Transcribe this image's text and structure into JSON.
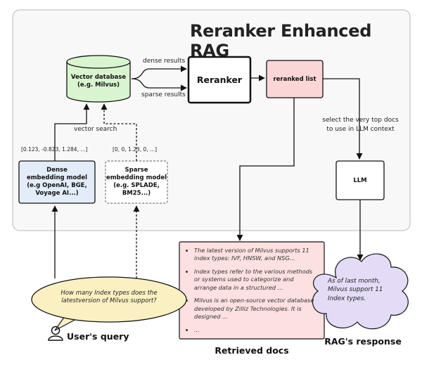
{
  "title": "Reranker Enhanced RAG",
  "vector_db": {
    "line1": "Vector database",
    "line2": "(e.g. Milvus)"
  },
  "dense_results_label": "dense results",
  "sparse_results_label": "sparse results",
  "reranker_label": "Reranker",
  "reranked_list_label": "reranked list",
  "select_top_label": {
    "line1": "select the very top docs",
    "line2": "to use in LLM context"
  },
  "vector_search_label": "vector search",
  "dense_vector_values": "[0.123, -0.823, 1.284, ...]",
  "sparse_vector_values": "[0, 0, 1.23, 0, ...]",
  "dense_model": {
    "line1": "Dense",
    "line2": "embedding model",
    "line3": "(e.g OpenAI, BGE,",
    "line4": "Voyage AI...)"
  },
  "sparse_model": {
    "line1": "Sparse",
    "line2": "embedding model",
    "line3": "(e.g. SPLADE,",
    "line4": "BM25...)"
  },
  "llm_label": "LLM",
  "retrieved_docs": [
    "The latest version of Milvus supports 11 index types: IVF, HNSW, and NSG...",
    "Index types refer to the various methods or systems used to categorize and arrange data in a structured ...",
    "Milvus is an open-source vector database developed by Zilliz Technologies. It is designed ...",
    "..."
  ],
  "retrieved_docs_caption": "Retrieved docs",
  "query_bubble": {
    "line1": "How many Index types does the",
    "line2": "latestversion of Milvus support?"
  },
  "users_query_caption": "User's  query",
  "rag_response": {
    "line1": "As of last month,",
    "line2": "Milvus support 11",
    "line3": "Index types."
  },
  "rag_response_caption": "RAG's response",
  "colors": {
    "vector_db_fill": "#d9f5d0",
    "dense_model_fill": "#e2edf9",
    "reranked_list_fill": "#fbd6d6",
    "retrieved_docs_fill": "#fde0e0",
    "query_bubble_fill": "#fbf0c2",
    "response_cloud_fill": "#e4dcf7",
    "panel_fill": "#f8f8f8"
  }
}
